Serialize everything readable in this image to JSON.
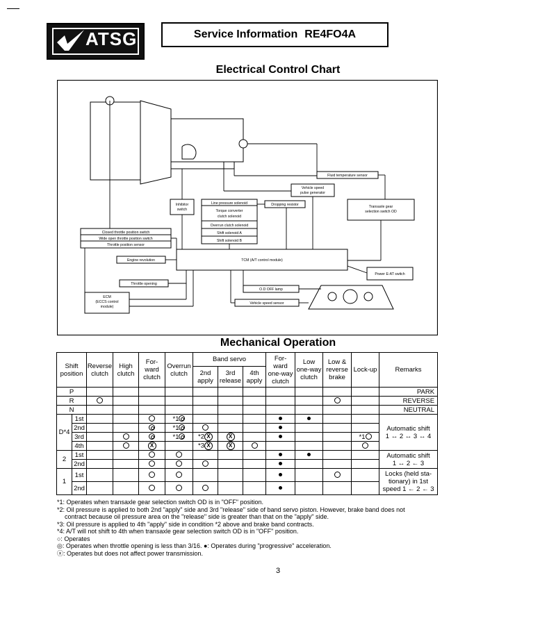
{
  "header": {
    "logo_text": "ATSG",
    "title": "Service Information",
    "model": "RE4FO4A"
  },
  "electrical": {
    "heading": "Electrical Control Chart",
    "boxes": {
      "fluid_temp": "Fluid temperature sensor",
      "vehicle_speed_pulse_1": "Vehicle speed",
      "vehicle_speed_pulse_2": "pulse generator",
      "inhibitor_1": "Inhibitor",
      "inhibitor_2": "switch",
      "line_pressure": "Line pressure solenoid",
      "dropping_resistor": "Dropping resistor",
      "tc_clutch_1": "Torque converter",
      "tc_clutch_2": "clutch solenoid",
      "overrun": "Overrun clutch solenoid",
      "shift_a": "Shift solenoid A",
      "shift_b": "Shift solenoid B",
      "transaxle_1": "Transaxle gear",
      "transaxle_2": "selection switch OD",
      "closed_throttle": "Closed throttle position switch",
      "wide_open": "Wide open throttle position switch",
      "throttle_sensor": "Throttle position sensor",
      "engine_rev": "Engine revolution",
      "tcm": "TCM (A/T control module)",
      "power_eat": "Power E-AT switch",
      "throttle_opening": "Throttle opening",
      "ecm_1": "ECM",
      "ecm_2": "(ECCS control",
      "ecm_3": "module)",
      "od_off": "O.D OFF lamp",
      "vss": "Vehicle speed sensor"
    }
  },
  "mechanical": {
    "heading": "Mechanical Operation",
    "headers": {
      "shift_position": [
        "Shift",
        "position"
      ],
      "reverse_clutch": [
        "Reverse",
        "clutch"
      ],
      "high_clutch": [
        "High",
        "clutch"
      ],
      "forward_clutch": [
        "For-",
        "ward",
        "clutch"
      ],
      "overrun_clutch": [
        "Overrun",
        "clutch"
      ],
      "band_servo": "Band servo",
      "apply_2nd": [
        "2nd",
        "apply"
      ],
      "release_3rd": [
        "3rd",
        "release"
      ],
      "apply_4th": [
        "4th",
        "apply"
      ],
      "forward_one_way": [
        "For-",
        "ward",
        "one-way",
        "clutch"
      ],
      "low_one_way": [
        "Low",
        "one-way",
        "clutch"
      ],
      "low_reverse_brake": [
        "Low &",
        "reverse",
        "brake"
      ],
      "lock_up": "Lock-up",
      "remarks": "Remarks"
    },
    "groups": {
      "P": "P",
      "R": "R",
      "N": "N",
      "D4": "D*4",
      "two": "2",
      "one": "1"
    },
    "gears": [
      "1st",
      "2nd",
      "3rd",
      "4th"
    ],
    "cell_labels": {
      "star1": "*1",
      "star2": "*2",
      "star3": "*3",
      "star1_lockup": "*1"
    },
    "remarks": {
      "park": "PARK",
      "reverse": "REVERSE",
      "neutral": "NEUTRAL",
      "auto_shift": "Automatic shift",
      "auto_shift_d": "1 ↔ 2 ↔ 3 ↔ 4",
      "auto_shift_2": "Automatic shift",
      "auto_shift_2b": "1 ↔ 2 ← 3",
      "locks_1": "Locks (held sta-",
      "locks_2": "tionary) in 1st",
      "locks_3": "speed 1 ← 2 ← 3"
    }
  },
  "notes": [
    "*1: Operates when transaxle gear selection switch OD is in \"OFF\" position.",
    "*2: Oil pressure is applied to both 2nd \"apply\" side and 3rd \"release\" side of band servo piston. However, brake band does not",
    "contract because oil pressure area on the \"release\" side is greater than that on the \"apply\" side.",
    "*3: Oil pressure is applied to 4th \"apply\" side in condition *2 above and brake band contracts.",
    "*4: A/T will not shift to 4th when transaxle gear selection switch OD is in \"OFF\" position.",
    "○: Operates",
    "◎: Operates when throttle opening is less than 3/16. ●: Operates during \"progressive\" acceleration.",
    "ⓧ: Operates but does not affect power transmission."
  ],
  "page_number": "3"
}
